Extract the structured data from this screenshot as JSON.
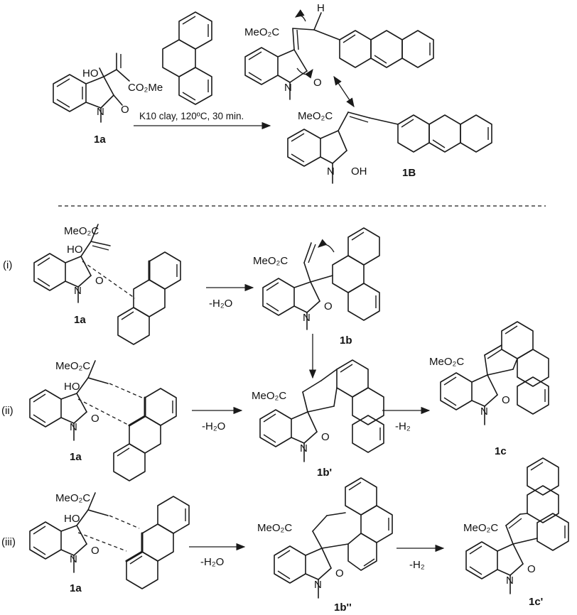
{
  "scheme": {
    "top": {
      "conditions": "K10 clay, 120ºC, 30 min.",
      "labels": {
        "start": "1a",
        "intermediate": "1B"
      },
      "atoms": {
        "HO": "HO",
        "CO2Me": "CO₂Me",
        "MeO2C": "MeO₂C",
        "O": "O",
        "N": "N",
        "OH": "OH",
        "H": "H"
      }
    },
    "rows": [
      {
        "roman": "(i)",
        "start_label": "1a",
        "arrow_text": "-H₂O",
        "product_label": "1b"
      },
      {
        "roman": "(ii)",
        "start_label": "1a",
        "arrow_text": "-H₂O",
        "product_label": "1b'",
        "next_arrow_text": "-H₂",
        "final_label": "1c"
      },
      {
        "roman": "(iii)",
        "start_label": "1a",
        "arrow_text": "-H₂O",
        "product_label": "1b''",
        "next_arrow_text": "-H₂",
        "final_label": "1c'"
      }
    ]
  }
}
